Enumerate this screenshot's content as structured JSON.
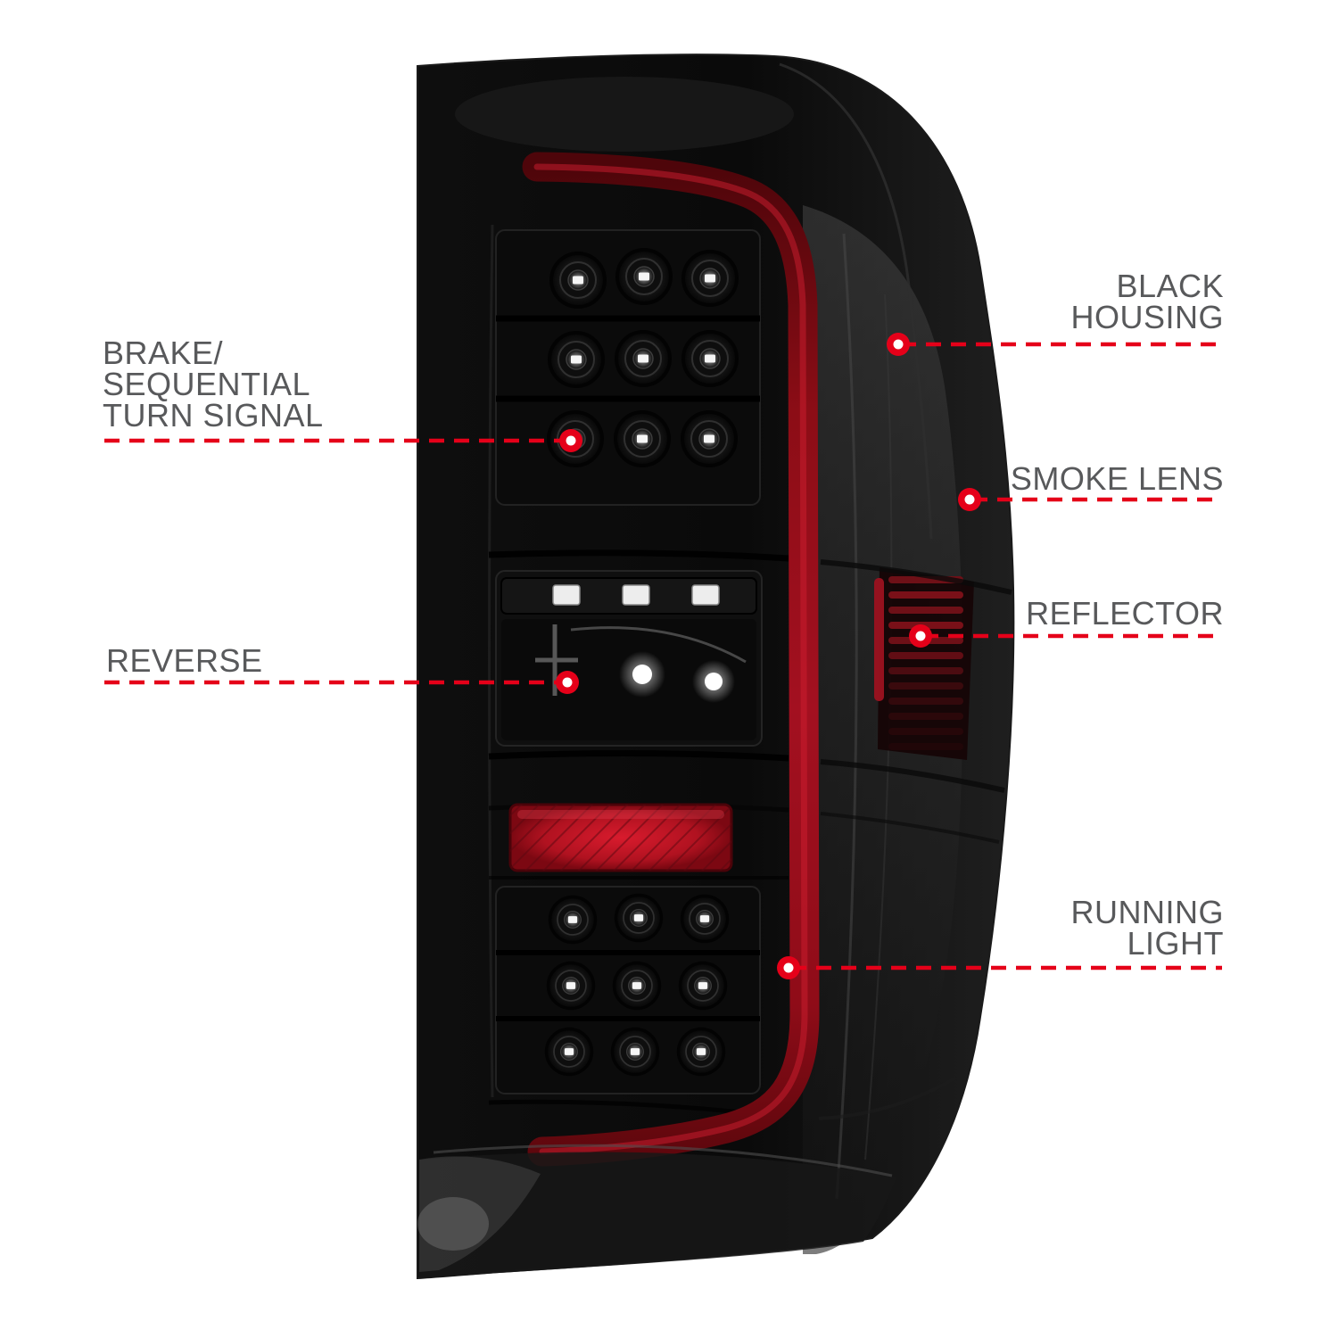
{
  "colors": {
    "background": "#ffffff",
    "callout_line": "#e50019",
    "callout_dot_center": "#ffffff",
    "label_text": "#58595b",
    "light_bar_red": "#a31020",
    "reflector_red": "#b01220",
    "housing_black": "#0b0b0b"
  },
  "callouts": [
    {
      "id": "brake-sequential-turn-signal",
      "side": "left",
      "label": "BRAKE/\nSEQUENTIAL\nTURN SIGNAL"
    },
    {
      "id": "reverse",
      "side": "left",
      "label": "REVERSE"
    },
    {
      "id": "black-housing",
      "side": "right",
      "label": "BLACK\nHOUSING"
    },
    {
      "id": "smoke-lens",
      "side": "right",
      "label": "SMOKE LENS"
    },
    {
      "id": "reflector",
      "side": "right",
      "label": "REFLECTOR"
    },
    {
      "id": "running-light",
      "side": "right",
      "label": "RUNNING\nLIGHT"
    }
  ]
}
